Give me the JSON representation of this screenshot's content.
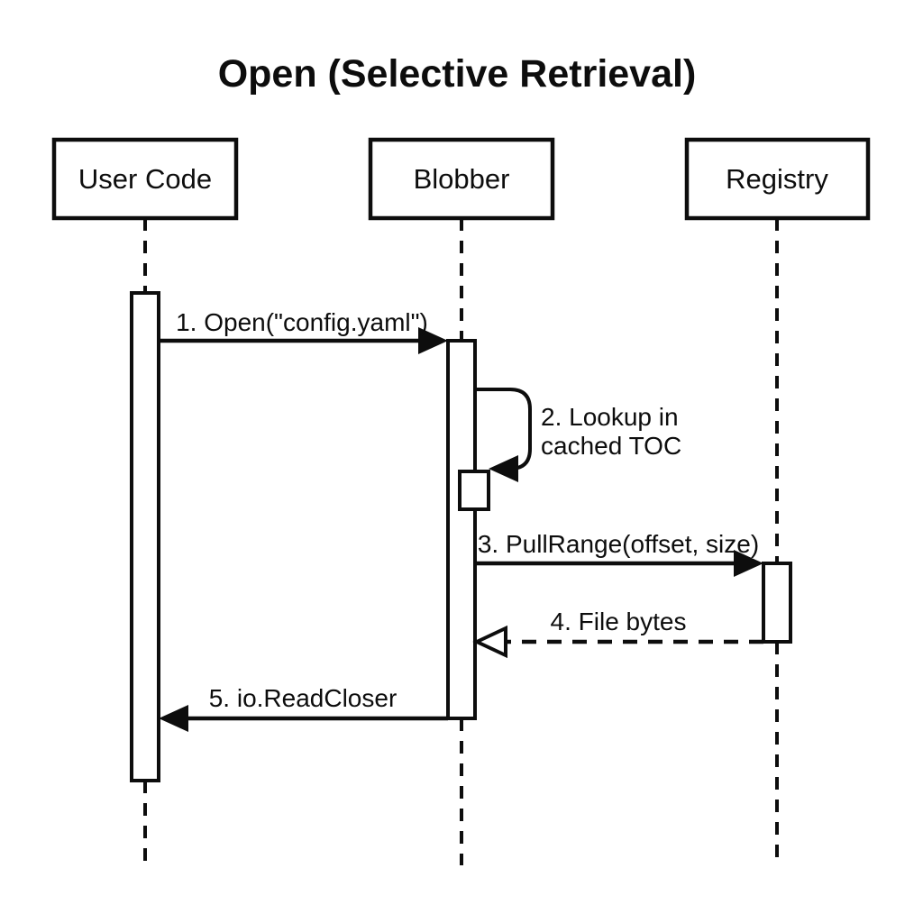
{
  "diagram": {
    "title": "Open (Selective Retrieval)",
    "type": "sequence-diagram",
    "colors": {
      "ink": "#0d0d0d",
      "background": "#ffffff"
    },
    "participants": [
      {
        "name": "User Code"
      },
      {
        "name": "Blobber"
      },
      {
        "name": "Registry"
      }
    ],
    "messages": [
      {
        "label": "1. Open(\"config.yaml\")",
        "from": "User Code",
        "to": "Blobber",
        "line": "solid",
        "arrowhead": "filled"
      },
      {
        "label": "2. Lookup in cached TOC",
        "line1": "2. Lookup in",
        "line2": "cached TOC",
        "from": "Blobber",
        "to": "Blobber",
        "line": "solid",
        "arrowhead": "filled",
        "self_message": true
      },
      {
        "label": "3. PullRange(offset, size)",
        "from": "Blobber",
        "to": "Registry",
        "line": "solid",
        "arrowhead": "filled"
      },
      {
        "label": "4. File bytes",
        "from": "Registry",
        "to": "Blobber",
        "line": "dashed",
        "arrowhead": "open"
      },
      {
        "label": "5. io.ReadCloser",
        "from": "Blobber",
        "to": "User Code",
        "line": "solid",
        "arrowhead": "filled"
      }
    ]
  }
}
